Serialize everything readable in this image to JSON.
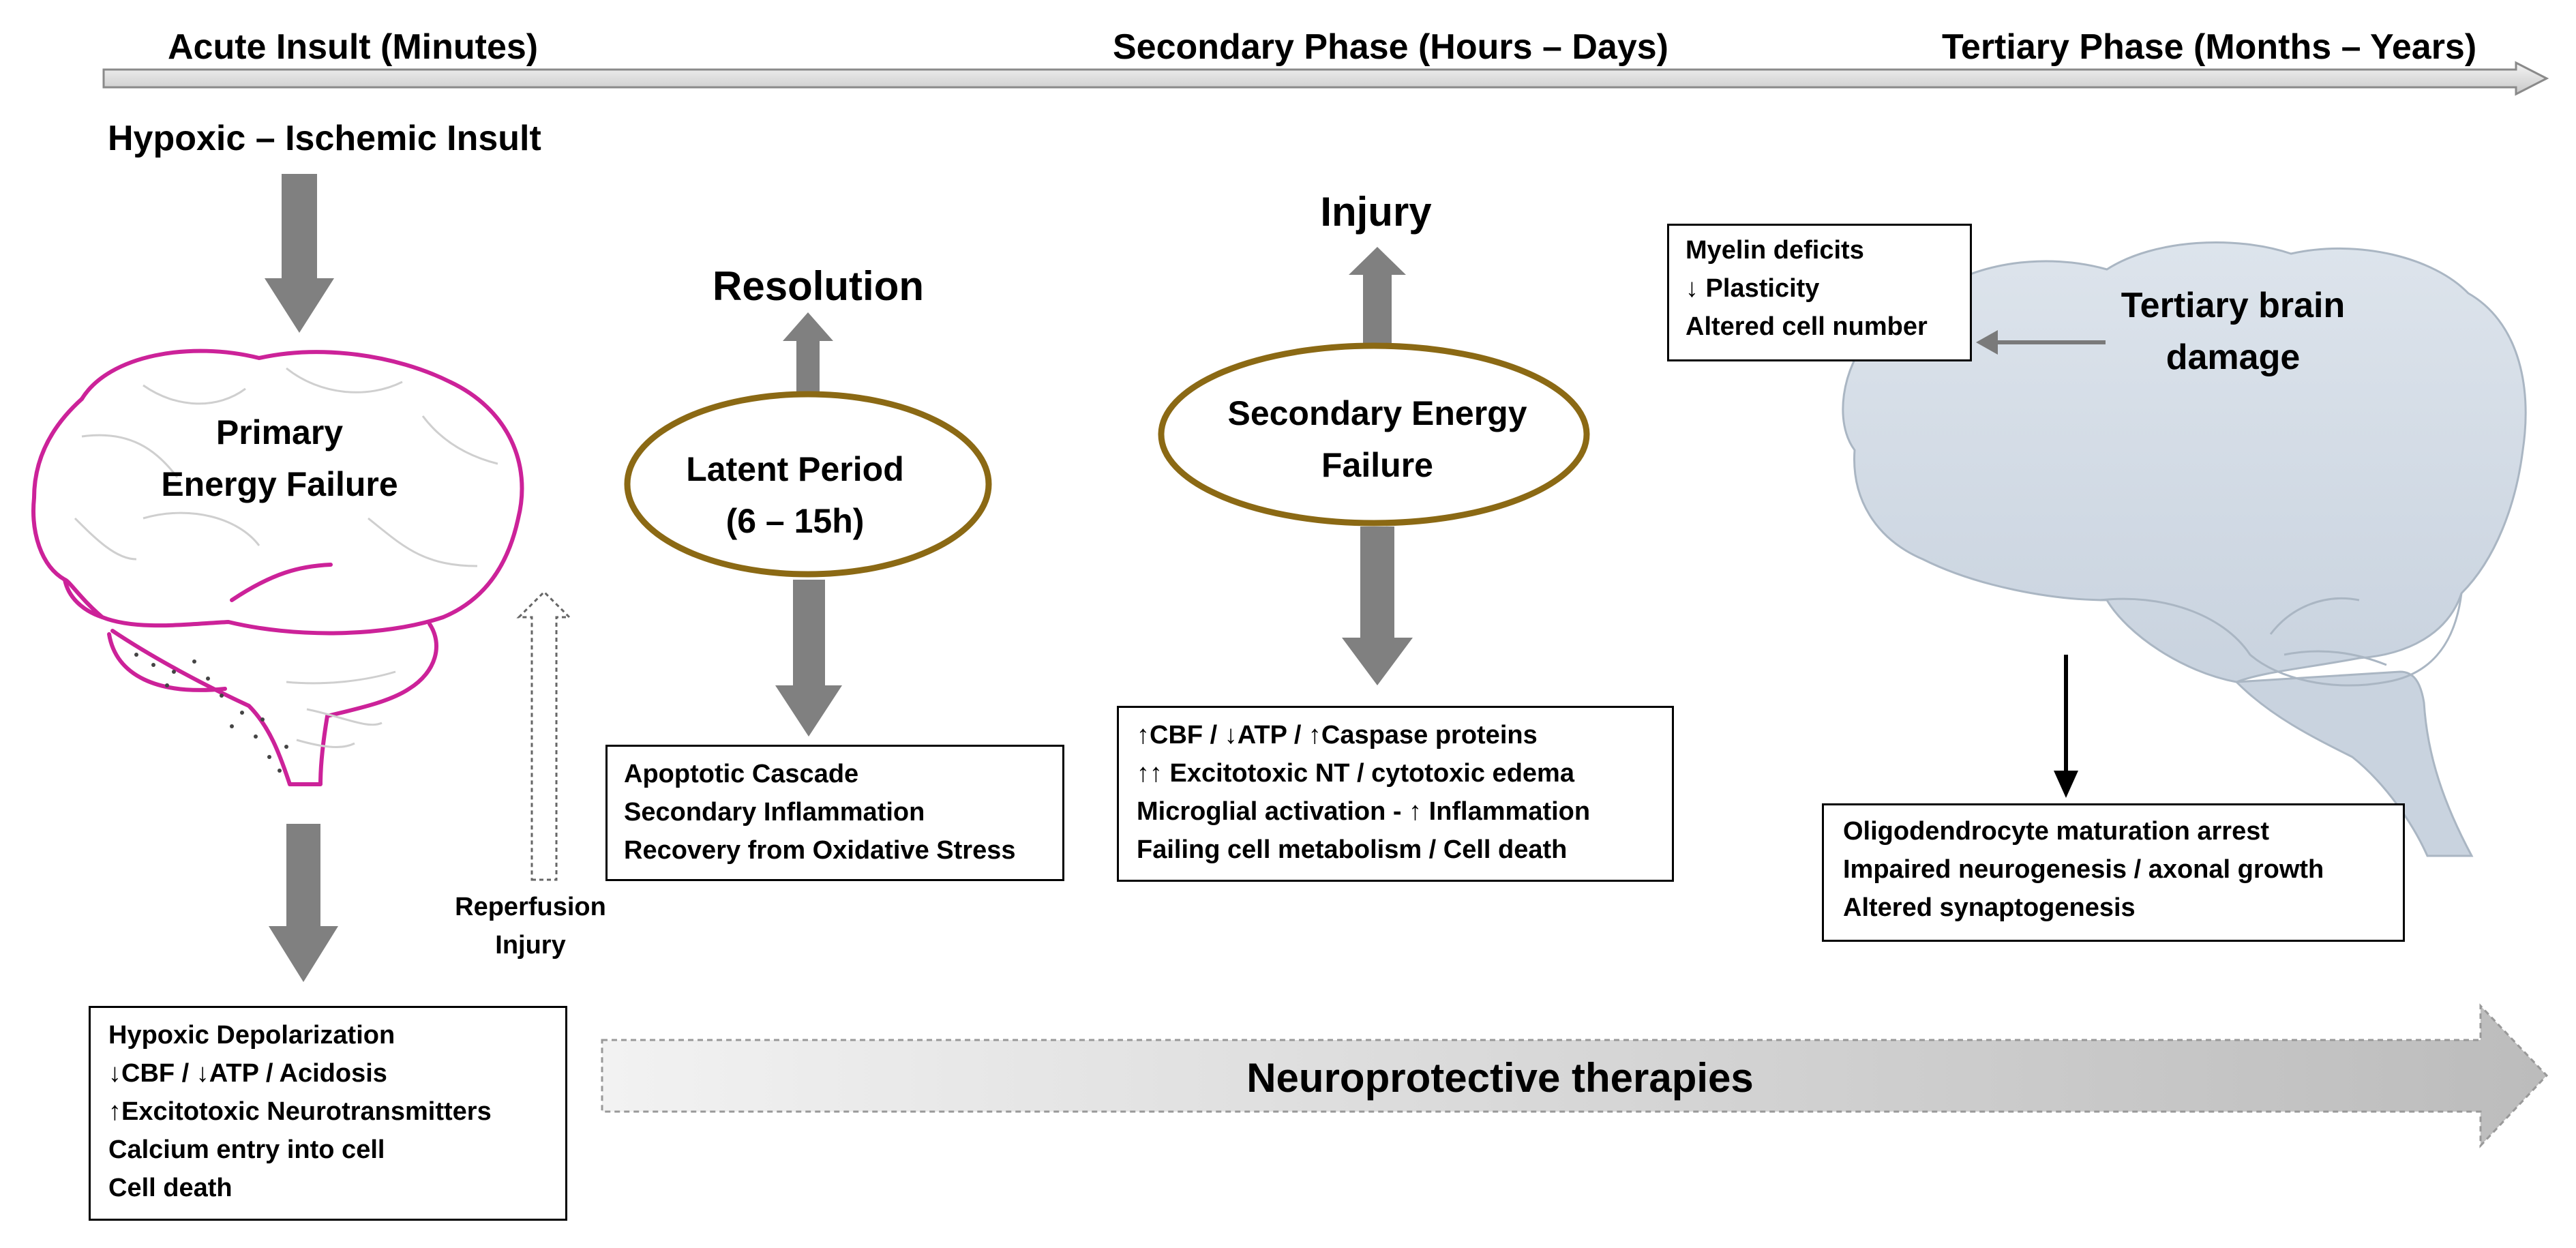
{
  "timeline": {
    "acute": "Acute Insult (Minutes)",
    "secondary": "Secondary Phase (Hours – Days)",
    "tertiary": "Tertiary Phase (Months – Years)"
  },
  "insult_title": "Hypoxic – Ischemic Insult",
  "primary_failure": {
    "line1": "Primary",
    "line2": "Energy Failure"
  },
  "primary_box": [
    "Hypoxic Depolarization",
    "↓CBF / ↓ATP / Acidosis",
    "↑Excitotoxic Neurotransmitters",
    "Calcium entry into cell",
    "Cell death"
  ],
  "reperfusion": {
    "line1": "Reperfusion",
    "line2": "Injury"
  },
  "resolution": "Resolution",
  "latent": {
    "line1": "Latent Period",
    "line2": "(6 – 15h)"
  },
  "latent_box": [
    "Apoptotic Cascade",
    "Secondary Inflammation",
    "Recovery from Oxidative Stress"
  ],
  "injury": "Injury",
  "secondary_failure": {
    "line1": "Secondary Energy",
    "line2": "Failure"
  },
  "secondary_box": [
    "↑CBF / ↓ATP / ↑Caspase proteins",
    "↑↑ Excitotoxic NT / cytotoxic edema",
    "Microglial activation - ↑ Inflammation",
    "Failing cell metabolism / Cell death"
  ],
  "tertiary_brain": {
    "line1": "Tertiary brain",
    "line2": "damage"
  },
  "myelin_box": [
    "Myelin deficits",
    "↓ Plasticity",
    "Altered cell number"
  ],
  "tertiary_box": [
    "Oligodendrocyte maturation arrest",
    "Impaired neurogenesis / axonal growth",
    "Altered synaptogenesis"
  ],
  "therapies": "Neuroprotective therapies",
  "colors": {
    "arrow_gray": "#808080",
    "oval_border": "#8B6914",
    "primary_brain": "#CC2299",
    "tertiary_brain_fill": "#D5DDE7"
  }
}
